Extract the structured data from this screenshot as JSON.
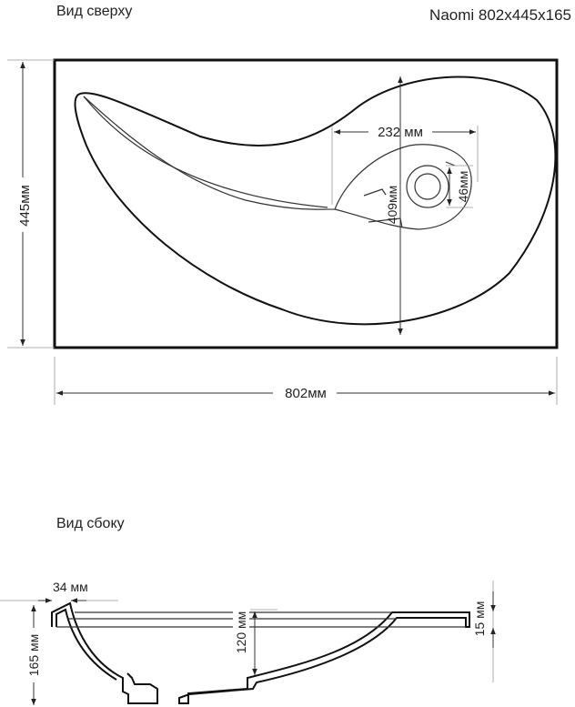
{
  "top_view": {
    "title": "Вид сверху",
    "model": "Naomi 802x445x165",
    "dims": {
      "height": "445мм",
      "width": "802мм",
      "bowl_width": "232 мм",
      "bowl_length": "409мм",
      "drain": "46мм"
    }
  },
  "side_view": {
    "title": "Вид сбоку",
    "dims": {
      "rim_width": "34 мм",
      "total_height": "165 мм",
      "bowl_depth": "120 мм",
      "rim_thickness": "15 мм"
    }
  }
}
